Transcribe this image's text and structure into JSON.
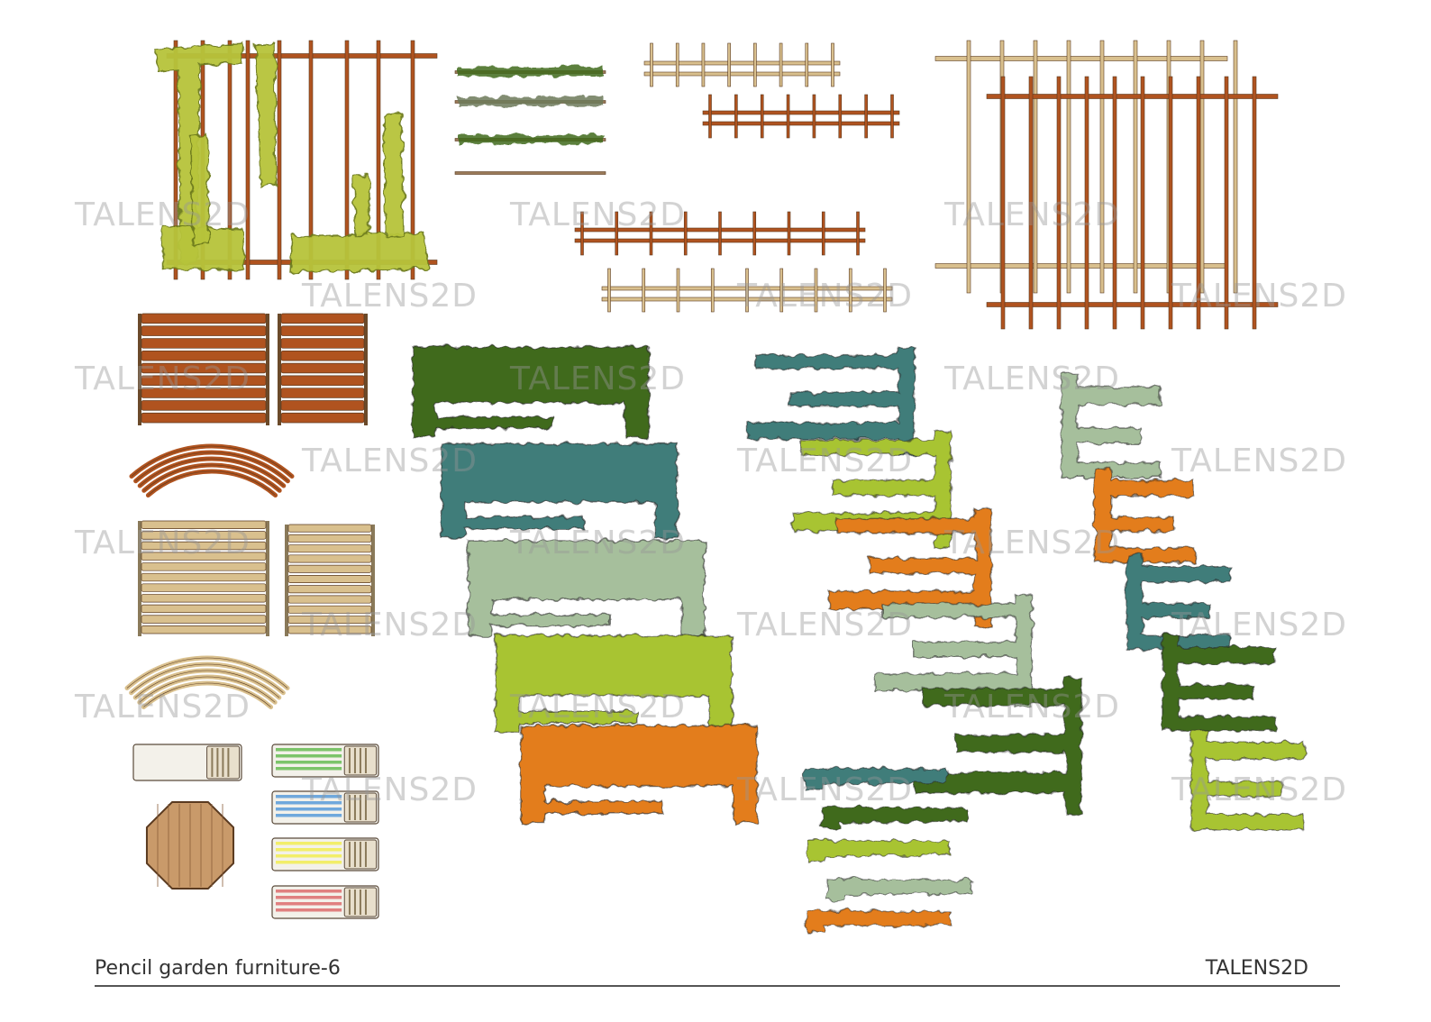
{
  "sheet": {
    "title": "Pencil garden furniture-6",
    "brand": "TALENS2D"
  },
  "watermark": {
    "text": "TALENS2D",
    "color": "#969696"
  },
  "palette": {
    "wood_dark": "#b0531f",
    "wood_light": "#d9c08e",
    "vine_yellow": "#b7c43a",
    "hedge_dark_green": "#3f6a1f",
    "hedge_teal": "#3f7d7a",
    "hedge_sage": "#a6bf9c",
    "hedge_lime": "#a8c432",
    "hedge_orange": "#e37d1a",
    "stripe_green": "#7cc46a",
    "stripe_blue": "#6fa8dc",
    "stripe_yellow": "#f2ee6a",
    "stripe_red": "#e08080",
    "table_wood": "#c99a6a"
  },
  "icons": [
    "vine-trellis-icon",
    "hedge-strip-icon",
    "wooden-fence-icon",
    "double-fence-icon",
    "deck-chair-icon",
    "curved-bench-icon",
    "lounger-icon",
    "octagonal-table-icon",
    "hedge-bench-icon"
  ]
}
